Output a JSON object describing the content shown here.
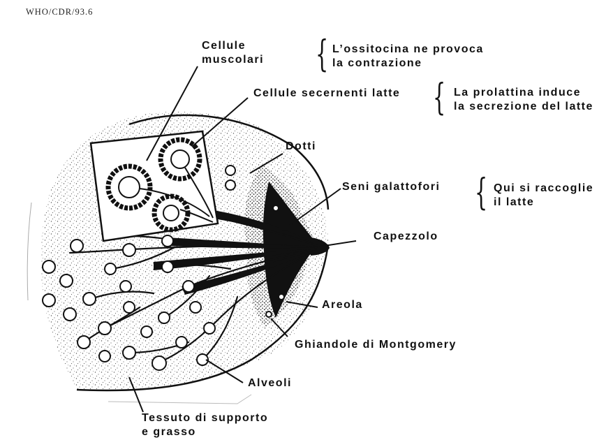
{
  "document_id": "WHO/CDR/93.6",
  "labels": {
    "muscle_cells": [
      "Cellule",
      "muscolari"
    ],
    "oxytocin_note": [
      "L’ossitocina ne provoca",
      "la contrazione"
    ],
    "secreting_cells": "Cellule secernenti latte",
    "prolactin_note": [
      "La prolattina induce",
      "la secrezione del latte"
    ],
    "ducts": "Dotti",
    "lactiferous_sinuses": "Seni galattofori",
    "collect_note": [
      "Qui si raccoglie",
      "il latte"
    ],
    "nipple": "Capezzolo",
    "areola": "Areola",
    "montgomery_glands": "Ghiandole di Montgomery",
    "alveoli": "Alveoli",
    "support_tissue": [
      "Tessuto di supporto",
      "e grasso"
    ]
  }
}
